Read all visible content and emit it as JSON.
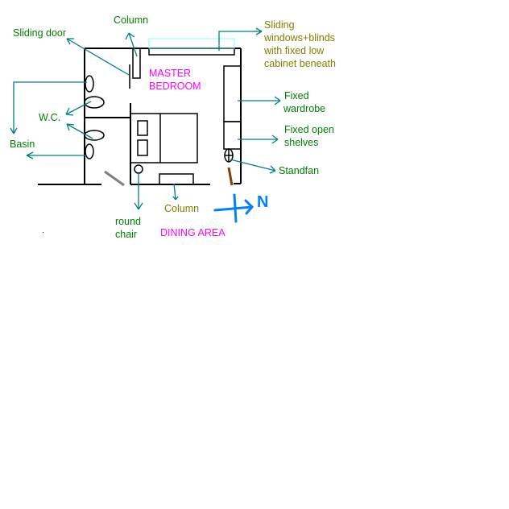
{
  "title": "Master bedroom floor plan sketch",
  "rooms": {
    "master_bedroom_line1": "MASTER",
    "master_bedroom_line2": "BEDROOM",
    "dining_area": "DINING AREA"
  },
  "labels": {
    "column_top": "Column",
    "sliding_door": "Sliding door",
    "wc": "W.C.",
    "basin": "Basin",
    "round_chair_line1": "round",
    "round_chair_line2": "chair",
    "column_bottom": "Column",
    "windows_line1": "Sliding",
    "windows_line2": "windows+blinds",
    "windows_line3": "with fixed low",
    "windows_line4": "cabinet beneath",
    "wardrobe_line1": "Fixed",
    "wardrobe_line2": "wardrobe",
    "shelves_line1": "Fixed open",
    "shelves_line2": "shelves",
    "standfan": "Standfan"
  },
  "compass": {
    "north": "N"
  },
  "colors": {
    "wall": "#000000",
    "arrow": "#008080",
    "label_green": "#008000",
    "label_olive": "#808000",
    "room_label": "#ff00ff",
    "compass": "#0080ff",
    "window": "#80ffff",
    "door": "#808080",
    "fan_stand": "#804000"
  }
}
